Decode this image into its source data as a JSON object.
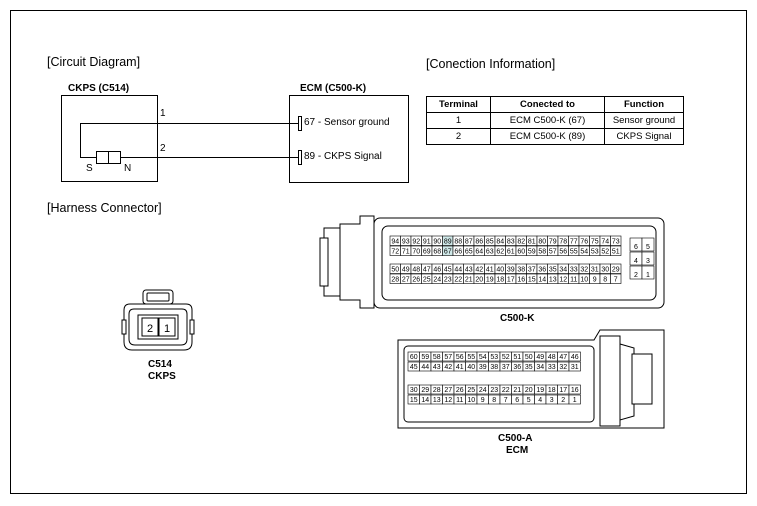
{
  "sections": {
    "circuit_diagram": "[Circuit Diagram]",
    "connection_info": "[Conection Information]",
    "harness_connector": "[Harness Connector]"
  },
  "circuit": {
    "ckps_title": "CKPS (C514)",
    "ecm_title": "ECM (C500-K)",
    "pin1": "1",
    "pin2": "2",
    "s_label": "S",
    "n_label": "N",
    "ecm_pin_67": "67 - Sensor ground",
    "ecm_pin_89": "89 - CKPS Signal"
  },
  "connection_table": {
    "headers": [
      "Terminal",
      "Conected to",
      "Function"
    ],
    "rows": [
      [
        "1",
        "ECM C500-K (67)",
        "Sensor ground"
      ],
      [
        "2",
        "ECM C500-K (89)",
        "CKPS Signal"
      ]
    ]
  },
  "harness": {
    "c514_pins": [
      "2",
      "1"
    ],
    "c514_label": "C514",
    "c514_sub": "CKPS",
    "c500k_label": "C500-K",
    "c500a_label": "C500-A",
    "c500a_sub": "ECM",
    "c500k_rows": [
      [
        "94",
        "93",
        "92",
        "91",
        "90",
        "89",
        "88",
        "87",
        "86",
        "85",
        "84",
        "83",
        "82",
        "81",
        "80",
        "79",
        "78",
        "77",
        "76",
        "75",
        "74",
        "73"
      ],
      [
        "72",
        "71",
        "70",
        "69",
        "68",
        "67",
        "66",
        "65",
        "64",
        "63",
        "62",
        "61",
        "60",
        "59",
        "58",
        "57",
        "56",
        "55",
        "54",
        "53",
        "52",
        "51"
      ],
      [
        "50",
        "49",
        "48",
        "47",
        "46",
        "45",
        "44",
        "43",
        "42",
        "41",
        "40",
        "39",
        "38",
        "37",
        "36",
        "35",
        "34",
        "33",
        "32",
        "31",
        "30",
        "29"
      ],
      [
        "28",
        "27",
        "26",
        "25",
        "24",
        "23",
        "22",
        "21",
        "20",
        "19",
        "18",
        "17",
        "16",
        "15",
        "14",
        "13",
        "12",
        "11",
        "10",
        "9",
        "8",
        "7"
      ]
    ],
    "c500k_side": [
      [
        "6",
        "5"
      ],
      [
        "4",
        "3"
      ],
      [
        "2",
        "1"
      ]
    ],
    "c500a_rows": [
      [
        "60",
        "59",
        "58",
        "57",
        "56",
        "55",
        "54",
        "53",
        "52",
        "51",
        "50",
        "49",
        "48",
        "47",
        "46"
      ],
      [
        "45",
        "44",
        "43",
        "42",
        "41",
        "40",
        "39",
        "38",
        "37",
        "36",
        "35",
        "34",
        "33",
        "32",
        "31"
      ],
      [
        "30",
        "29",
        "28",
        "27",
        "26",
        "25",
        "24",
        "23",
        "22",
        "21",
        "20",
        "19",
        "18",
        "17",
        "16"
      ],
      [
        "15",
        "14",
        "13",
        "12",
        "11",
        "10",
        "9",
        "8",
        "7",
        "6",
        "5",
        "4",
        "3",
        "2",
        "1"
      ]
    ],
    "highlight_pins": [
      "89",
      "67"
    ],
    "highlight_color": "#cfe8e8"
  }
}
